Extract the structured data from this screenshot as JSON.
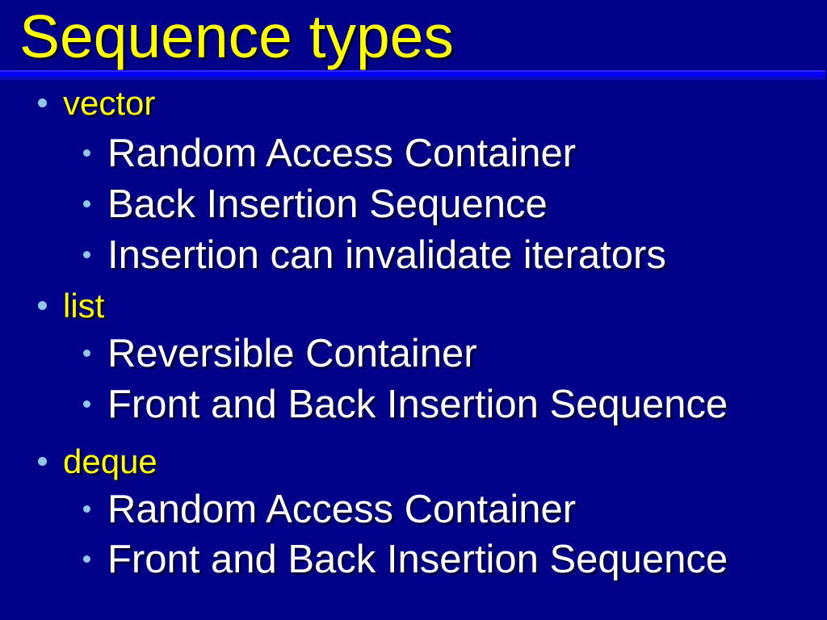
{
  "slide": {
    "title": "Sequence types",
    "colors": {
      "background": "#01018a",
      "title_text": "#ffff00",
      "level1_text": "#ffff00",
      "level2_text": "#ffffff",
      "bullet_dot": "#8fc8e8",
      "title_rule": "#0404f4"
    },
    "items": [
      {
        "level": 1,
        "text": "vector"
      },
      {
        "level": 2,
        "text": "Random Access Container"
      },
      {
        "level": 2,
        "text": "Back Insertion Sequence"
      },
      {
        "level": 2,
        "text": "Insertion can invalidate iterators"
      },
      {
        "level": 1,
        "text": "list"
      },
      {
        "level": 2,
        "text": "Reversible Container"
      },
      {
        "level": 2,
        "text": "Front and Back Insertion Sequence"
      },
      {
        "level": 1,
        "text": "deque"
      },
      {
        "level": 2,
        "text": "Random Access Container"
      },
      {
        "level": 2,
        "text": "Front and Back Insertion Sequence"
      }
    ]
  }
}
